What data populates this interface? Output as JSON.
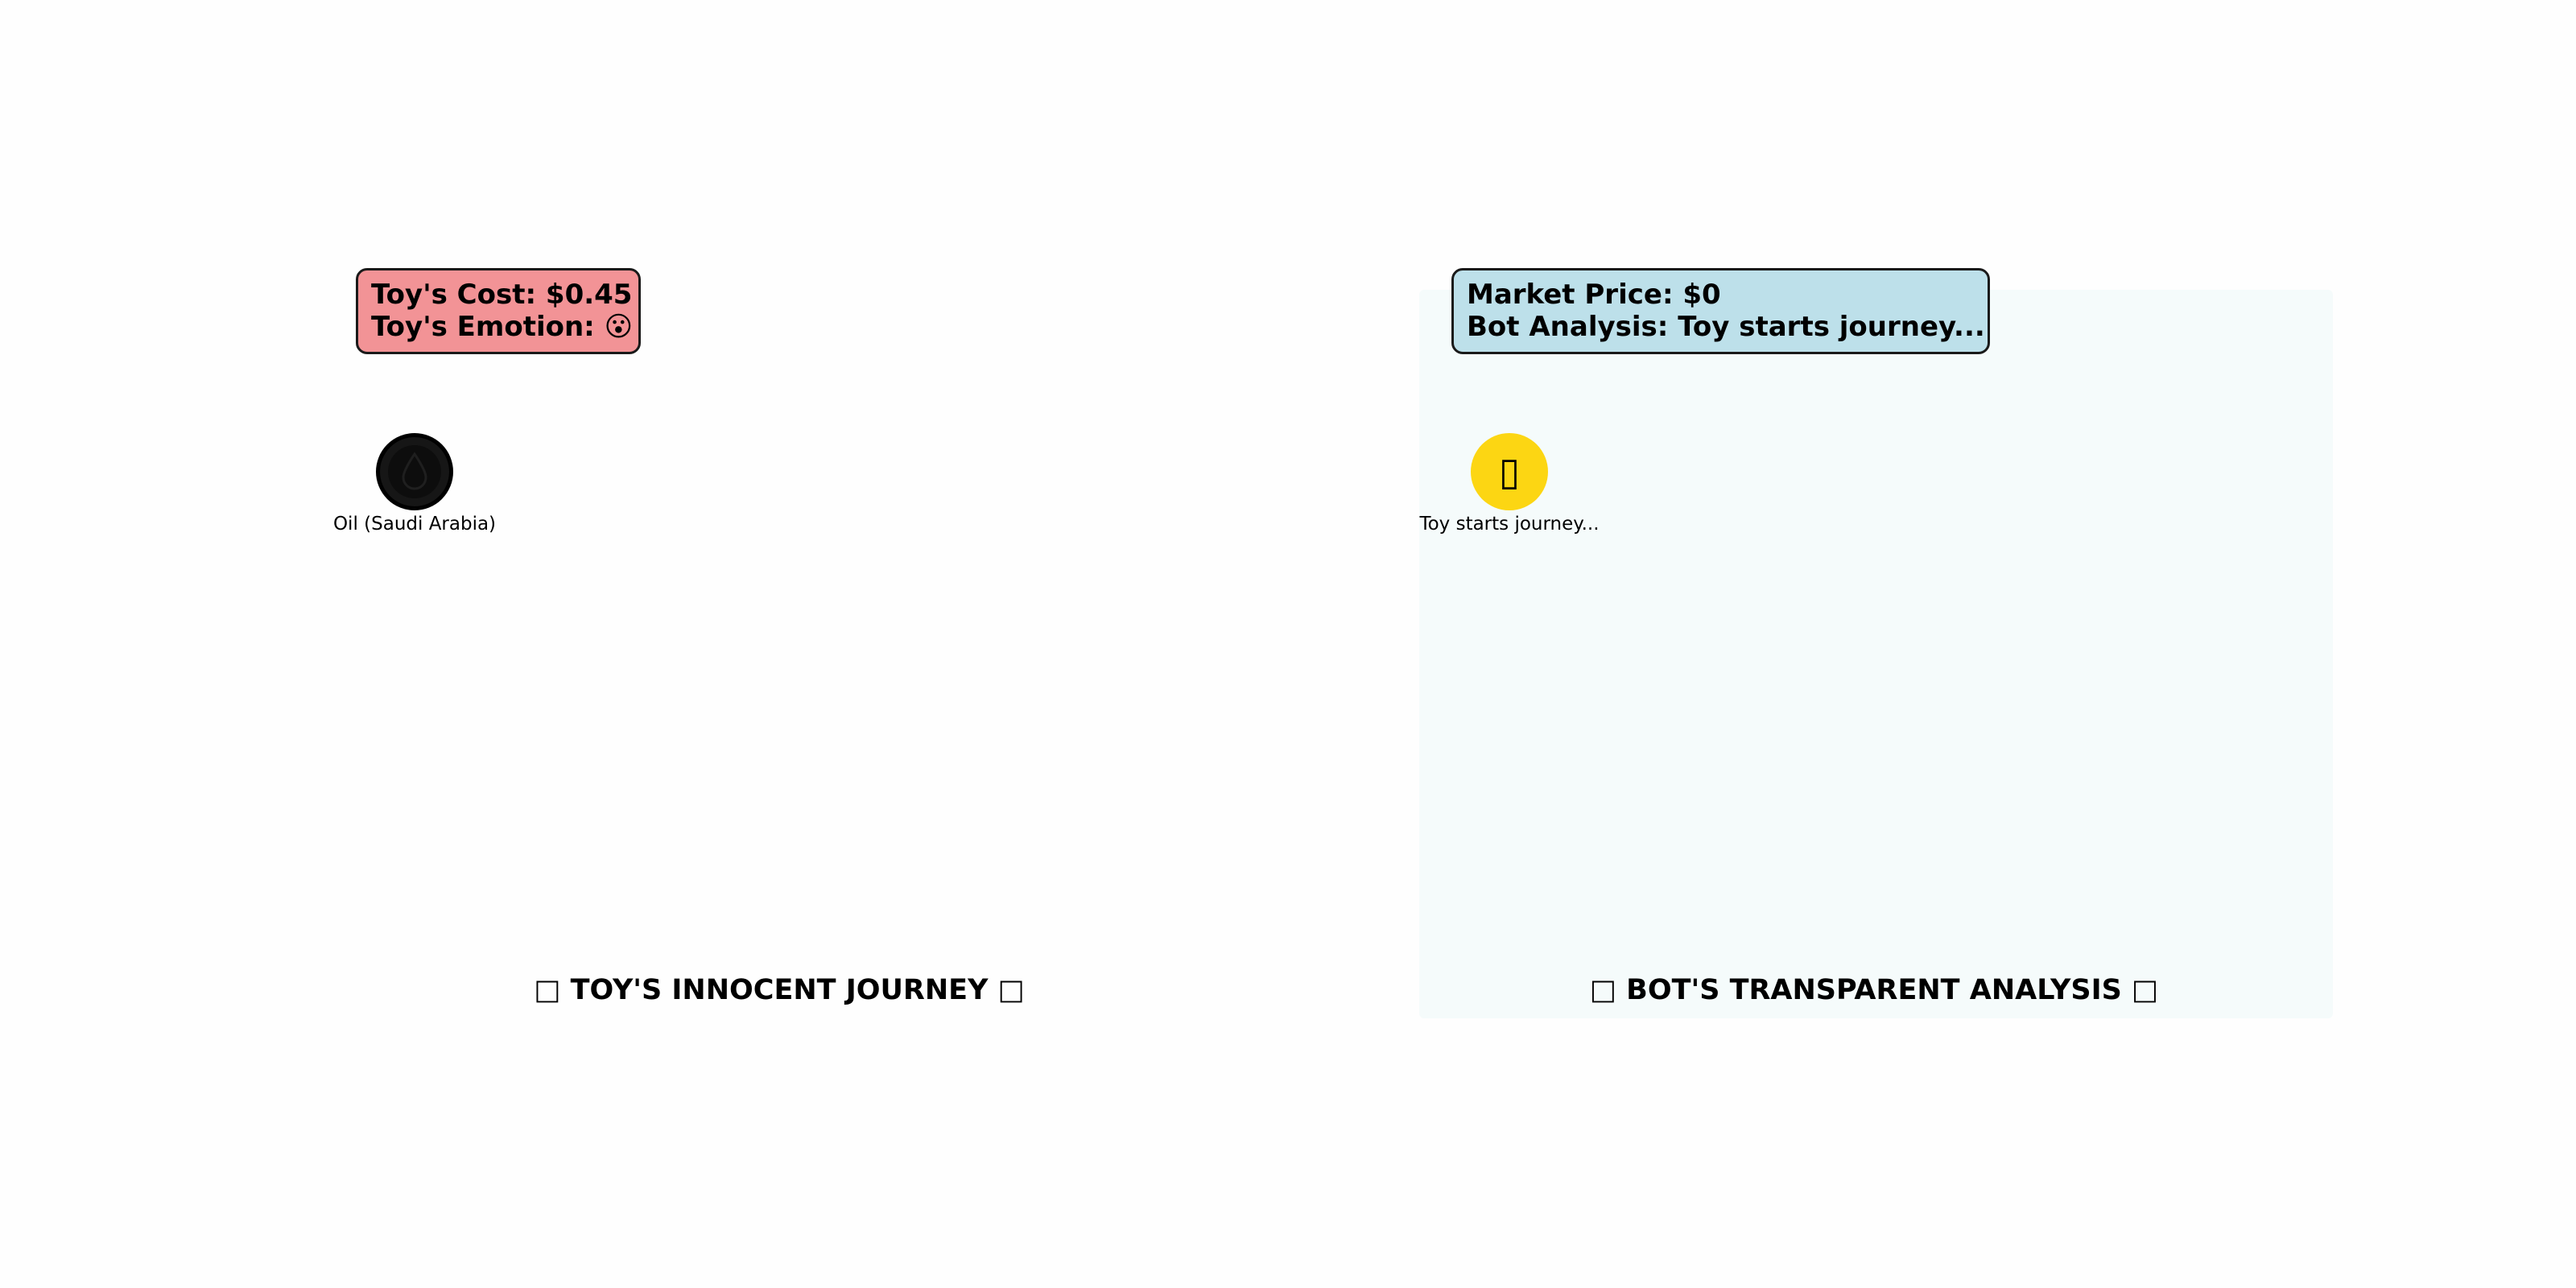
{
  "left_panel": {
    "status_box": {
      "cost_line": "Toy's Cost: $0.45",
      "emotion_line": "Toy's Emotion: 😮"
    },
    "node": {
      "icon": "oil-drop-icon",
      "label": "Oil (Saudi Arabia)"
    },
    "title": "□ TOY'S INNOCENT JOURNEY □"
  },
  "right_panel": {
    "status_box": {
      "price_line": "Market Price: $0",
      "analysis_line": "Bot Analysis: Toy starts journey..."
    },
    "node": {
      "icon": "toy-icon",
      "glyph": "▯",
      "label": "Toy starts journey..."
    },
    "title": "□ BOT'S TRANSPARENT ANALYSIS □"
  },
  "colors": {
    "cost_box": "#f29396",
    "market_box": "#bde0ea",
    "oil_node": "#0d0d0d",
    "toy_node": "#fcd613",
    "right_panel_bg": "#f5fbfb"
  }
}
